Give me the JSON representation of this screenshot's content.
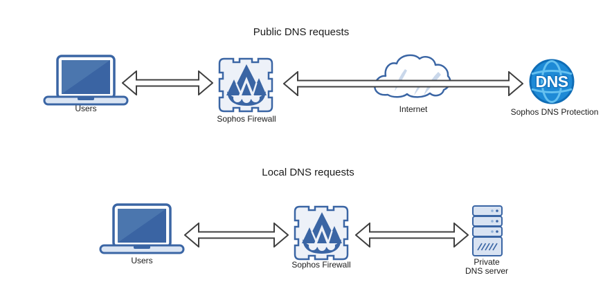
{
  "sections": {
    "public": {
      "title": "Public DNS requests",
      "nodes": {
        "users": {
          "label": "Users"
        },
        "firewall": {
          "label": "Sophos Firewall"
        },
        "internet": {
          "label": "Internet"
        },
        "dns_protection": {
          "label": "Sophos DNS Protection",
          "badge": "DNS"
        }
      }
    },
    "local": {
      "title": "Local DNS requests",
      "nodes": {
        "users": {
          "label": "Users"
        },
        "firewall": {
          "label": "Sophos Firewall"
        },
        "private_dns": {
          "label_line1": "Private",
          "label_line2": "DNS server"
        }
      }
    }
  },
  "icons": {
    "users": "laptop-icon",
    "firewall": "sophos-firewall-flame-icon",
    "internet": "cloud-icon",
    "dns_protection": "dns-globe-icon",
    "private_dns": "server-rack-icon",
    "connector": "double-arrow-icon"
  },
  "colors": {
    "accent_blue": "#3A65A4",
    "icon_fill_light": "#EDF1F8",
    "panel_fill": "#D9E3F2",
    "screen_blue": "#3A64A3",
    "screen_highlight": "#4B76AE",
    "globe_blue": "#1E8AD6",
    "globe_ring": "#0F6DB6",
    "globe_grid": "#66C1F0",
    "cloud_slash": "#C9D7EA",
    "arrow_outline": "#3F3F3F",
    "text": "#1A1A1A"
  }
}
